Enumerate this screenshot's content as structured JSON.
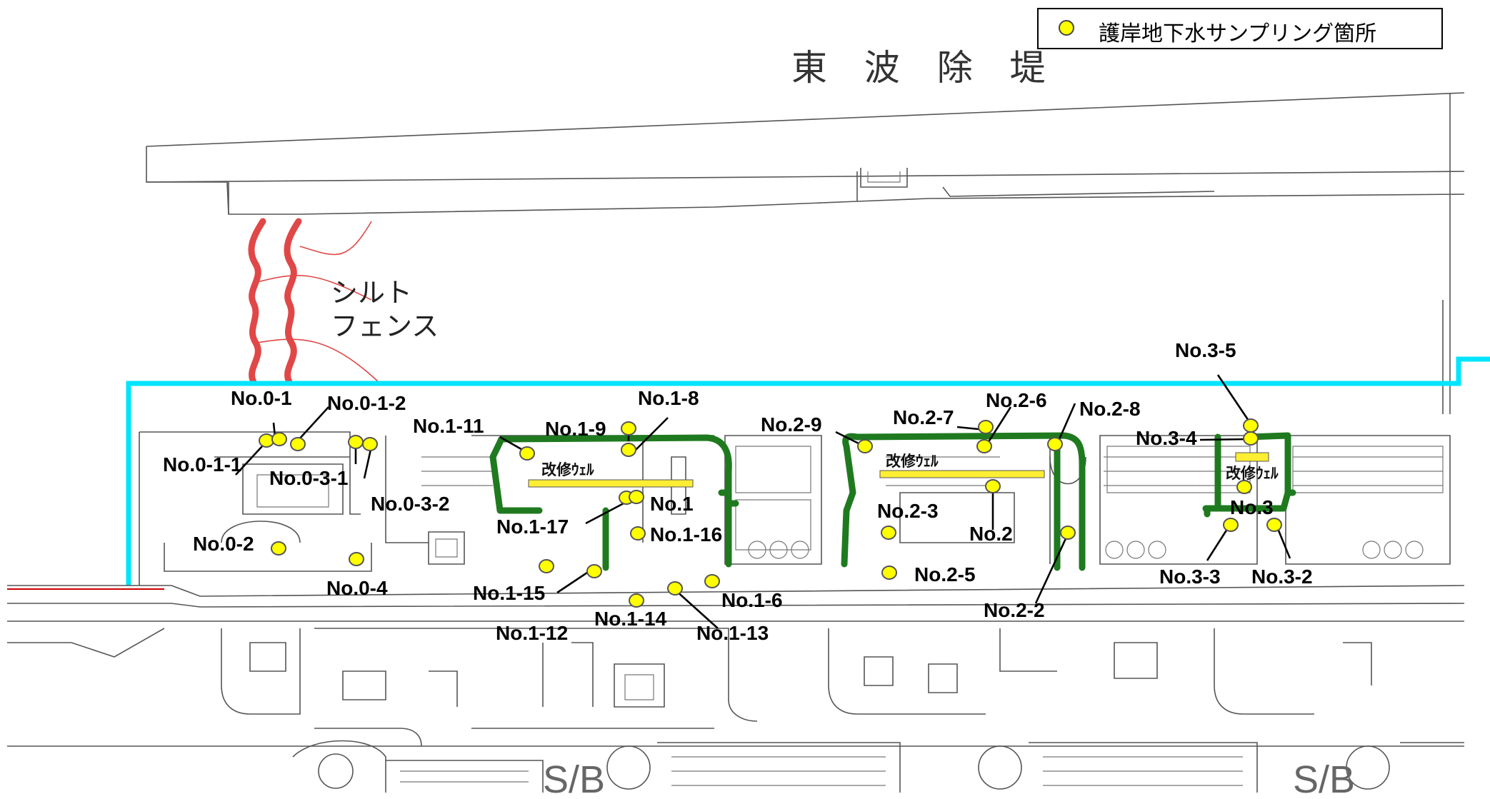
{
  "legend": {
    "label": "護岸地下水サンプリング箇所",
    "marker_color": "#ffff00"
  },
  "breakwater_label": "東 波 除 堤",
  "silt_fence": {
    "line1": "シルト",
    "line2": "フェンス"
  },
  "well_label": "改修ｳｪﾙ",
  "colors": {
    "revetment": "#00e5ff",
    "impermeable_wall": "#1f7a1f",
    "silt_fence": "#e04848",
    "sampling_point": "#ffff00",
    "well_bar": "#ffee33"
  },
  "points": {
    "p01": "No.0-1",
    "p012": "No.0-1-2",
    "p011": "No.0-1-1",
    "p031": "No.0-3-1",
    "p032": "No.0-3-2",
    "p02": "No.0-2",
    "p04": "No.0-4",
    "p111": "No.1-11",
    "p19": "No.1-9",
    "p18": "No.1-8",
    "p1": "No.1",
    "p117": "No.1-17",
    "p116": "No.1-16",
    "p115": "No.1-15",
    "p112": "No.1-12",
    "p114": "No.1-14",
    "p113": "No.1-13",
    "p16": "No.1-6",
    "p29": "No.2-9",
    "p27": "No.2-7",
    "p26": "No.2-6",
    "p28": "No.2-8",
    "p23": "No.2-3",
    "p2": "No.2",
    "p25": "No.2-5",
    "p22": "No.2-2",
    "p35": "No.3-5",
    "p34": "No.3-4",
    "p3": "No.3",
    "p33": "No.3-3",
    "p32": "No.3-2"
  }
}
